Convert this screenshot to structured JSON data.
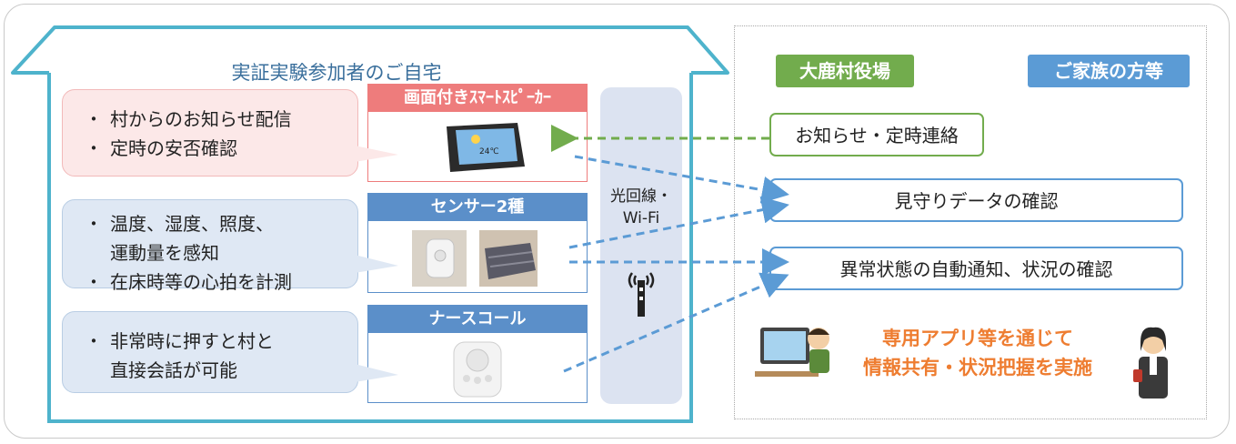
{
  "house": {
    "title": "実証実験参加者のご自宅"
  },
  "bubbles": [
    {
      "lines": [
        "村からのお知らせ配信",
        "定時の安否確認"
      ]
    },
    {
      "lines": [
        "温度、湿度、照度、",
        "運動量を感知",
        "在床時等の心拍を計測"
      ]
    },
    {
      "lines": [
        "非常時に押すと村と",
        "直接会話が可能"
      ]
    }
  ],
  "devices": [
    {
      "title": "画面付きｽﾏｰﾄｽﾋﾟｰｶｰ",
      "display_text": "24℃"
    },
    {
      "title": "センサー2種"
    },
    {
      "title": "ナースコール"
    }
  ],
  "network": {
    "label_line1": "光回線・",
    "label_line2": "Wi-Fi"
  },
  "receivers": {
    "village": "大鹿村役場",
    "family": "ご家族の方等"
  },
  "flows": {
    "notice": "お知らせ・定時連絡",
    "watch": "見守りデータの確認",
    "alert": "異常状態の自動通知、状況の確認"
  },
  "app_note": {
    "line1": "専用アプリ等を通じて",
    "line2": "情報共有・状況把握を実施"
  },
  "colors": {
    "green": "#72ac4d",
    "blue": "#5b9bd5",
    "pink": "#ee7c7c",
    "orange": "#ee7d31",
    "house_line": "#4eb3cc"
  }
}
